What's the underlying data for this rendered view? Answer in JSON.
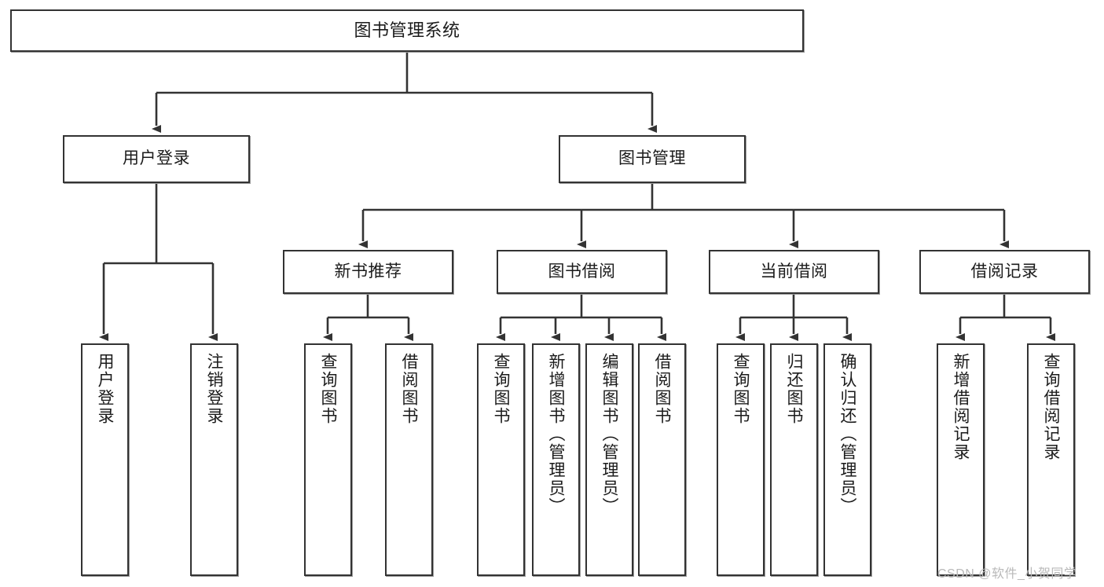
{
  "diagram": {
    "title": "图书管理系统",
    "type": "tree-hierarchy-chart",
    "colors": {
      "box_border": "#333333",
      "box_fill": "#ffffff",
      "connector": "#333333",
      "text": "#1b1b1b",
      "watermark": "#b9b9b9",
      "background": "#ffffff"
    },
    "root": {
      "label": "图书管理系统"
    },
    "level2": [
      {
        "label": "用户登录"
      },
      {
        "label": "图书管理"
      }
    ],
    "level3": [
      {
        "label": "新书推荐"
      },
      {
        "label": "图书借阅"
      },
      {
        "label": "当前借阅"
      },
      {
        "label": "借阅记录"
      }
    ],
    "leaves": {
      "user_login": [
        {
          "label": "用户登录"
        },
        {
          "label": "注销登录"
        }
      ],
      "new_book_recommend": [
        {
          "label": "查询图书"
        },
        {
          "label": "借阅图书"
        }
      ],
      "book_borrow": [
        {
          "label": "查询图书"
        },
        {
          "label": "新增图书（管理员）"
        },
        {
          "label": "编辑图书（管理员）"
        },
        {
          "label": "借阅图书"
        }
      ],
      "current_borrow": [
        {
          "label": "查询图书"
        },
        {
          "label": "归还图书"
        },
        {
          "label": "确认归还（管理员）"
        }
      ],
      "borrow_record": [
        {
          "label": "新增借阅记录"
        },
        {
          "label": "查询借阅记录"
        }
      ]
    },
    "watermark": "CSDN @软件_小贺同学"
  }
}
